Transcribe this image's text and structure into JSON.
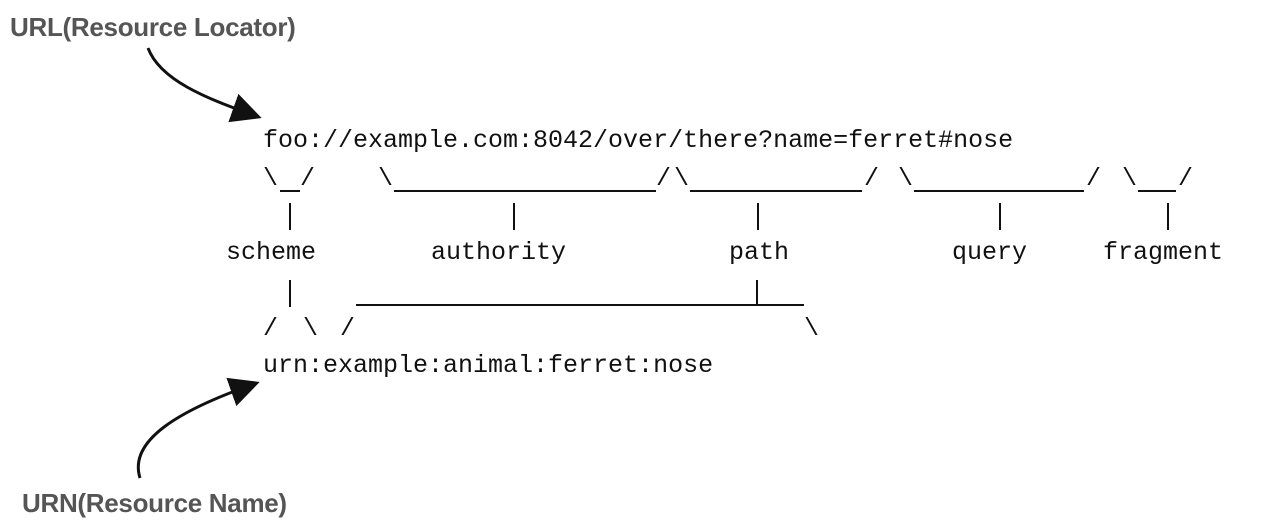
{
  "labels": {
    "url_title": "URL(Resource Locator)",
    "urn_title": "URN(Resource Name)"
  },
  "url_example": "foo://example.com:8042/over/there?name=ferret#nose",
  "urn_example": "urn:example:animal:ferret:nose",
  "components": {
    "scheme": "scheme",
    "authority": "authority",
    "path": "path",
    "query": "query",
    "fragment": "fragment"
  },
  "glyphs": {
    "backslash": "\\",
    "slash": "/"
  },
  "colors": {
    "label_text": "#555555",
    "diagram_text": "#111111"
  }
}
